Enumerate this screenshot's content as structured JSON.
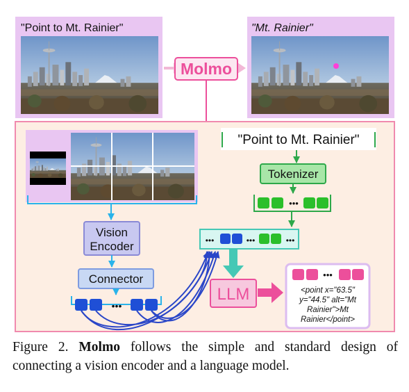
{
  "top_left": {
    "prompt": "\"Point to Mt. Rainier\""
  },
  "top_right": {
    "answer": "\"Mt. Rainier\""
  },
  "model_name": "Molmo",
  "text_input": "\"Point to Mt. Rainier\"",
  "tokenizer_label": "Tokenizer",
  "vision_encoder_label": [
    "Vision",
    "Encoder"
  ],
  "connector_label": "Connector",
  "llm_label": "LLM",
  "token_ellipsis": "•••",
  "output_text": [
    "<point x=\"63.5\"",
    "y=\"44.5\" alt=\"Mt",
    "Rainier\">Mt",
    "Rainier</point>"
  ],
  "caption": {
    "prefix": "Figure 2.",
    "bold": "Molmo",
    "rest": "follows the simple and standard design of connecting a vision encoder and a language model."
  },
  "colors": {
    "lavender_bg": "#e9c6f2",
    "peach_bg": "#fdeee3",
    "peach_border": "#f08aae",
    "pink": "#ec4f9b",
    "pink_light": "#f7c8de",
    "blue_token": "#1f4fd6",
    "green_token": "#2bbf2b",
    "teal": "#45c8b5",
    "teal_light": "#d8f6f1",
    "cyan_line": "#29b3ea",
    "purple_box": "#c8c8f0",
    "purple_border": "#8a8ad6",
    "green_box": "#a8e6a8",
    "green_border": "#2ea84a",
    "blue_arrow": "#2a46c8"
  },
  "icons": [
    "skyline-photo",
    "point-marker",
    "arrow-right",
    "arrow-down",
    "curved-arrow"
  ]
}
